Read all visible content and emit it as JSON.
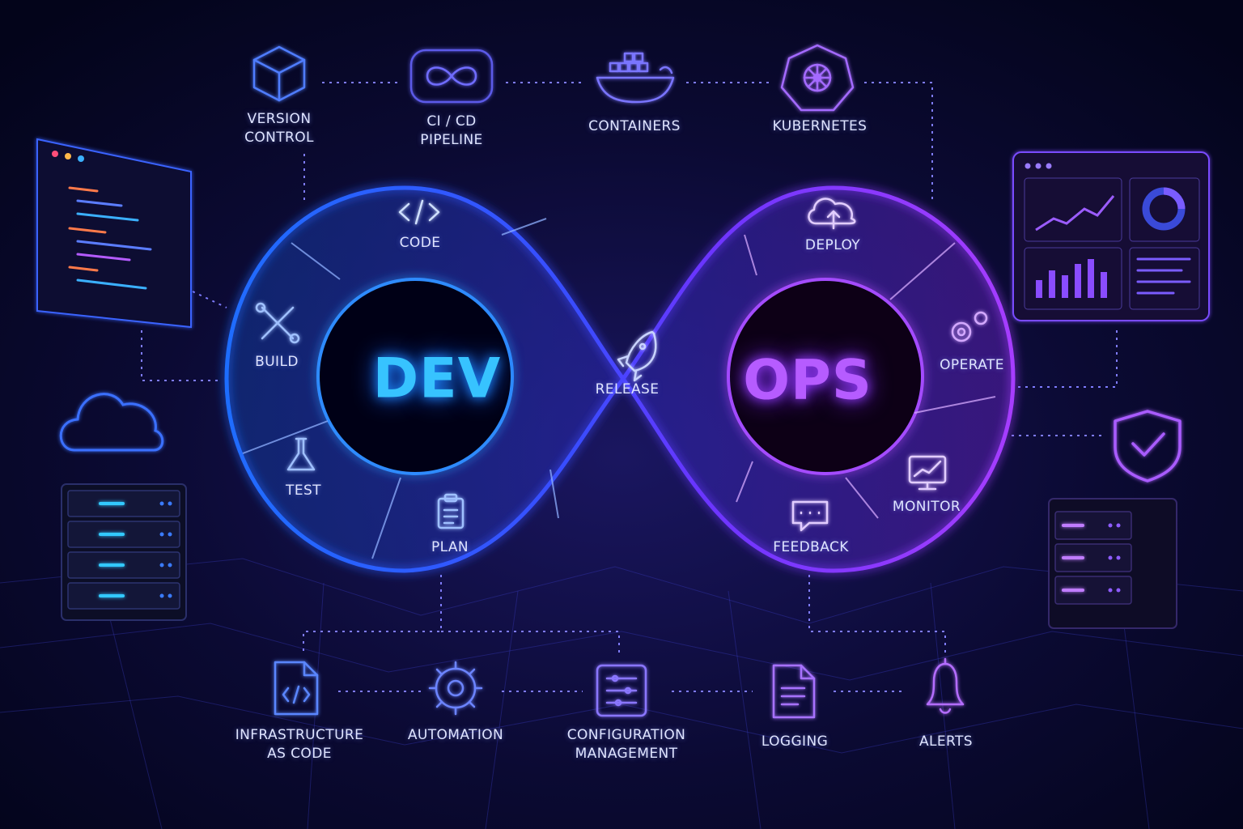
{
  "center": {
    "dev": "DEV",
    "ops": "OPS"
  },
  "loop": {
    "code": "CODE",
    "build": "BUILD",
    "test": "TEST",
    "plan": "PLAN",
    "release": "RELEASE",
    "deploy": "DEPLOY",
    "operate": "OPERATE",
    "monitor": "MONITOR",
    "feedback": "FEEDBACK"
  },
  "top": {
    "version_control": [
      "VERSION",
      "CONTROL"
    ],
    "cicd": [
      "CI / CD",
      "PIPELINE"
    ],
    "containers": "CONTAINERS",
    "kubernetes": "KUBERNETES"
  },
  "bottom": {
    "iac": [
      "INFRASTRUCTURE",
      "AS CODE"
    ],
    "automation": "AUTOMATION",
    "config": [
      "CONFIGURATION",
      "MANAGEMENT"
    ],
    "logging": "LOGGING",
    "alerts": "ALERTS"
  },
  "colors": {
    "dev": "#37c3ff",
    "ops": "#b65cff",
    "background": "#05061a"
  }
}
